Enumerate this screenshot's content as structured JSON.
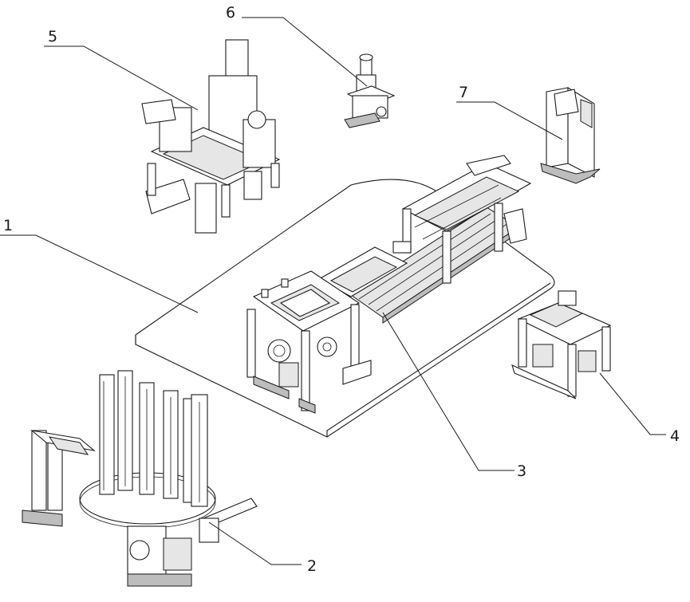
{
  "figure": {
    "labels": [
      {
        "id": "1",
        "text": "1"
      },
      {
        "id": "2",
        "text": "2"
      },
      {
        "id": "3",
        "text": "3"
      },
      {
        "id": "4",
        "text": "4"
      },
      {
        "id": "5",
        "text": "5"
      },
      {
        "id": "6",
        "text": "6"
      },
      {
        "id": "7",
        "text": "7"
      }
    ],
    "colors": {
      "line": "#1a1a1a",
      "background": "#ffffff",
      "shade": "#e6e6e6"
    }
  }
}
